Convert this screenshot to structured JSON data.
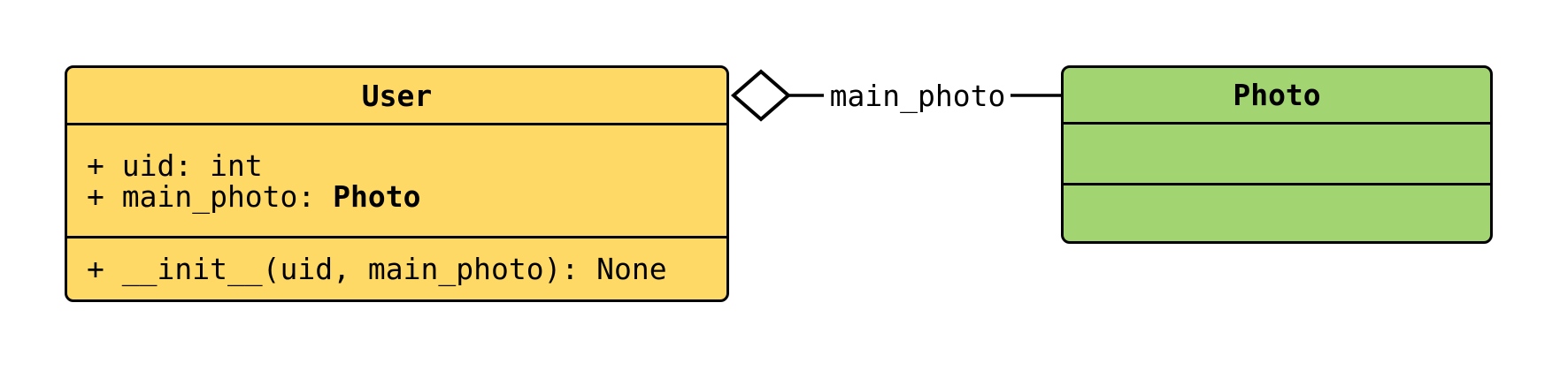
{
  "classes": {
    "user": {
      "name": "User",
      "fill": "#FFD966",
      "attributes": [
        {
          "prefix": "+ uid: ",
          "type": "int",
          "type_bold": false
        },
        {
          "prefix": "+ main_photo: ",
          "type": "Photo",
          "type_bold": true
        }
      ],
      "methods": [
        "+ __init__(uid, main_photo): None"
      ]
    },
    "photo": {
      "name": "Photo",
      "fill": "#A2D471",
      "attributes": [],
      "methods": []
    }
  },
  "relation": {
    "type": "aggregation",
    "label": "main_photo",
    "diamond_side": "User",
    "diamond_fill": "#FFFFFF"
  },
  "colors": {
    "stroke": "#000000",
    "background": "#FFFFFF"
  }
}
